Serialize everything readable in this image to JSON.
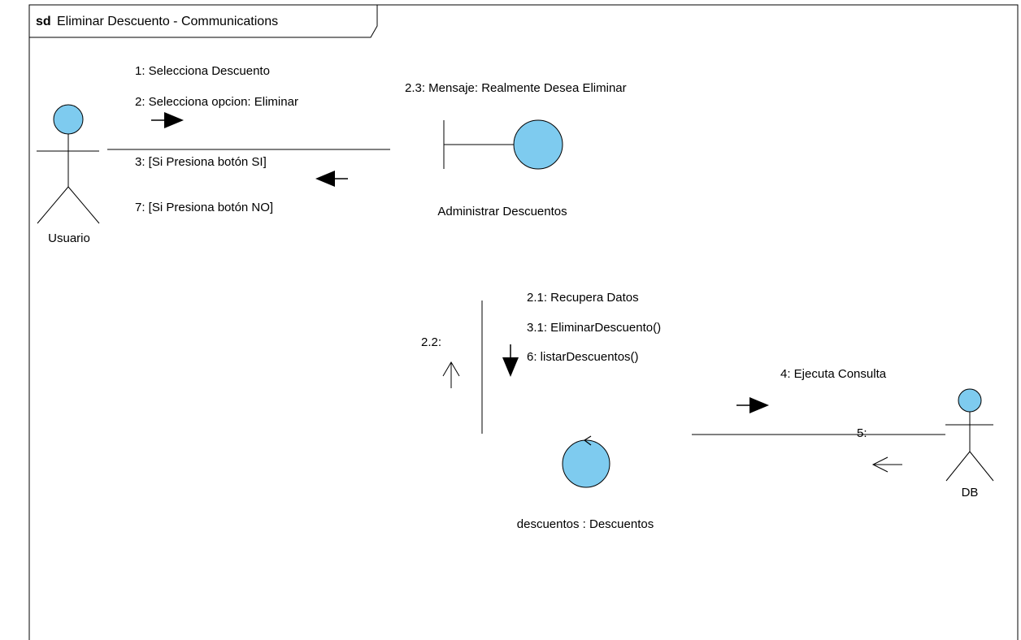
{
  "colors": {
    "fill": "#7ecbef",
    "line": "#000000",
    "background": "#ffffff"
  },
  "frame": {
    "keyword": "sd",
    "title": "Eliminar Descuento - Communications"
  },
  "lifelines": {
    "usuario": {
      "label": "Usuario",
      "icon": "actor-icon"
    },
    "administrar": {
      "label": "Administrar Descuentos",
      "icon": "boundary-icon"
    },
    "descuentos": {
      "label": "descuentos : Descuentos",
      "icon": "control-icon"
    },
    "db": {
      "label": "DB",
      "icon": "actor-icon"
    }
  },
  "messages": {
    "usuario_to_boundary": [
      "1: Selecciona Descuento",
      "2: Selecciona opcion: Eliminar"
    ],
    "boundary_to_usuario": [
      "3: [Si Presiona botón  SI]",
      "7: [Si Presiona botón NO]"
    ],
    "boundary_self": "2.3: Mensaje: Realmente Desea Eliminar",
    "boundary_to_control": [
      "2.1: Recupera Datos",
      "3.1: EliminarDescuento()",
      "6: listarDescuentos()"
    ],
    "control_to_boundary": "2.2:",
    "control_to_db": "4: Ejecuta Consulta",
    "db_to_control": "5:"
  }
}
